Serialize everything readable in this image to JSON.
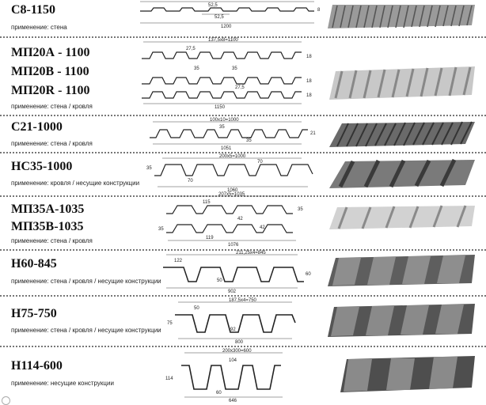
{
  "profiles": [
    {
      "names": [
        "С8-1150"
      ],
      "application": "применение: стена",
      "dims": [
        "52,5",
        "52,5",
        "1200",
        "8"
      ]
    },
    {
      "names": [
        "МП20А - 1100",
        "МП20В - 1100",
        "МП20R - 1100"
      ],
      "application": "применение: стена / кровля",
      "dims": [
        "137,5x8=1100",
        "27,5",
        "35",
        "35",
        "27,5",
        "1150",
        "18",
        "18",
        "18"
      ]
    },
    {
      "names": [
        "С21-1000"
      ],
      "application": "применение: стена / кровля",
      "dims": [
        "100x10=1000",
        "35",
        "35",
        "1051",
        "21"
      ]
    },
    {
      "names": [
        "НС35-1000"
      ],
      "application": "применение: кровля / несущие конструкции",
      "dims": [
        "200x5=1000",
        "70",
        "35",
        "70",
        "1060"
      ]
    },
    {
      "names": [
        "МП35А-1035",
        "МП35В-1035"
      ],
      "application": "применение: стена / кровля",
      "dims": [
        "207x5=1035",
        "115",
        "42",
        "42",
        "119",
        "1076",
        "35",
        "35"
      ]
    },
    {
      "names": [
        "Н60-845"
      ],
      "application": "применение: стена / кровля / несущие конструкции",
      "dims": [
        "211,25x4=845",
        "122",
        "50",
        "902",
        "60"
      ]
    },
    {
      "names": [
        "Н75-750"
      ],
      "application": "применение: стена / кровля / несущие конструкции",
      "dims": [
        "187,5x4=750",
        "50",
        "75",
        "92",
        "800"
      ]
    },
    {
      "names": [
        "Н114-600"
      ],
      "application": "применение: несущие конструкции",
      "dims": [
        "200x300=600",
        "104",
        "114",
        "60",
        "646"
      ]
    }
  ]
}
